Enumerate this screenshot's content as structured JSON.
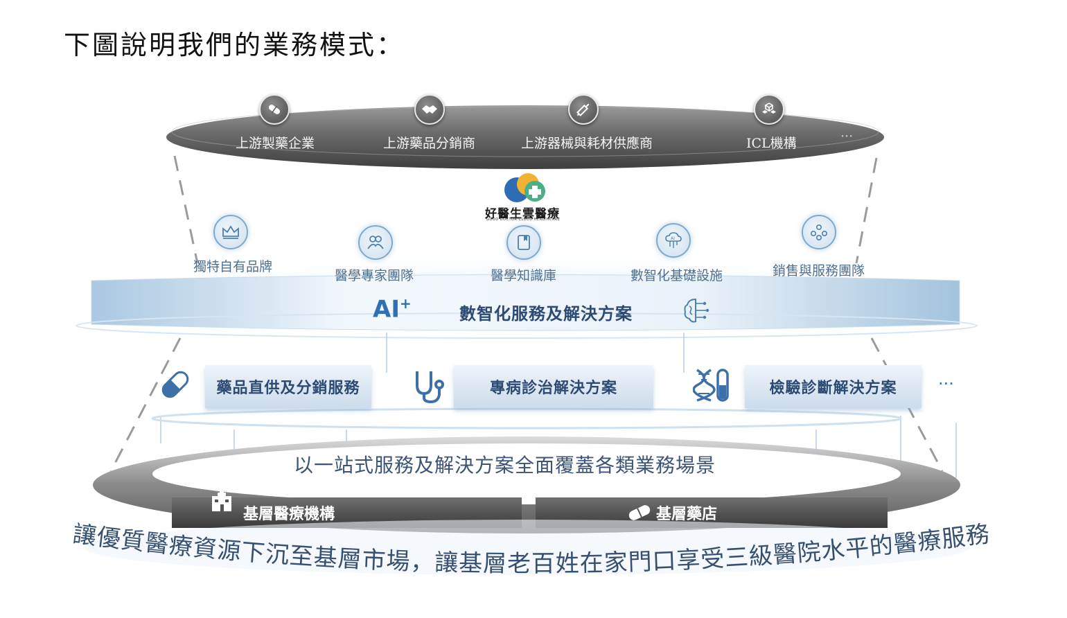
{
  "title": "下圖說明我們的業務模式：",
  "upstream": {
    "items": [
      {
        "label": "上游製藥企業",
        "icon": "capsule-icon"
      },
      {
        "label": "上游藥品分銷商",
        "icon": "handshake-icon"
      },
      {
        "label": "上游器械與耗材供應商",
        "icon": "syringe-icon"
      },
      {
        "label": "ICL機構",
        "icon": "cubes-icon"
      }
    ],
    "more": "···"
  },
  "logo": {
    "name": "好醫生雲醫療",
    "subtitle": "GOOD DOCTOR CLOUD HEALTHCARE"
  },
  "capabilities": [
    {
      "label": "獨特自有品牌",
      "icon": "crown-icon"
    },
    {
      "label": "醫學專家團隊",
      "icon": "team-icon"
    },
    {
      "label": "醫學知識庫",
      "icon": "book-icon"
    },
    {
      "label": "數智化基礎設施",
      "icon": "ai-cloud-icon"
    },
    {
      "label": "銷售與服務團隊",
      "icon": "people-network-icon"
    }
  ],
  "ai_band": {
    "mark": "AI",
    "mark_sup": "+",
    "label": "數智化服務及解決方案"
  },
  "services": [
    {
      "label": "藥品直供及分銷服務",
      "icon": "pill-icon"
    },
    {
      "label": "專病診治解決方案",
      "icon": "stethoscope-icon"
    },
    {
      "label": "檢驗診斷解決方案",
      "icon": "dna-test-tube-icon"
    }
  ],
  "services_more": "···",
  "scene_text": "以一站式服務及解決方案全面覆蓋各類業務場景",
  "grassroots": {
    "institutions": "基層醫療機構",
    "pharmacies": "基層藥店"
  },
  "slogan": "讓優質醫療資源下沉至基層市場，讓基層老百姓在家門口享受三級醫院水平的醫療服務",
  "colors": {
    "dark_disc": "#5e5e5e",
    "accent_blue": "#2f6fb2",
    "band_blue": "#b9d3e8",
    "text_blue": "#2c4a73"
  }
}
